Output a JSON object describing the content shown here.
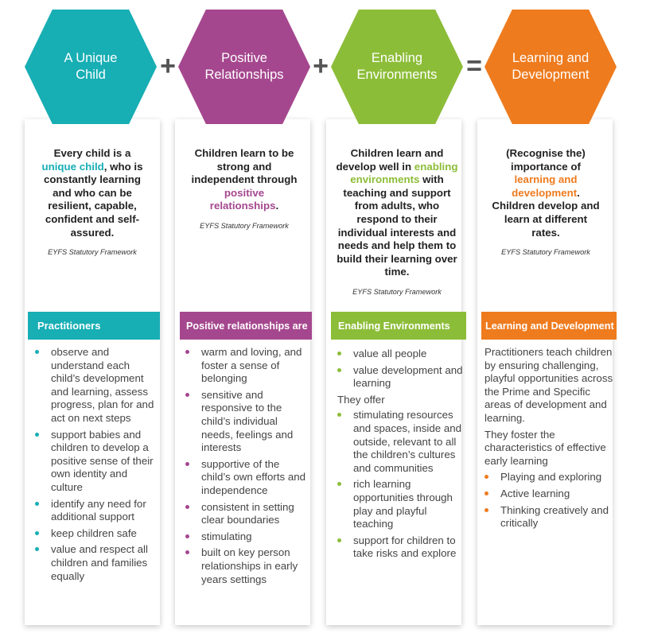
{
  "colors": {
    "teal": "#17aeb4",
    "purple": "#a5478e",
    "green": "#8cbd38",
    "orange": "#ee7b1e"
  },
  "operators": [
    "+",
    "+",
    "="
  ],
  "columns": [
    {
      "hex": "A Unique\nChild",
      "quote": {
        "pre": "Every child is a",
        "hl": "unique child",
        "post": ", who is constantly learning and who can be resilient, capable, confident and self-assured."
      },
      "source": "EYFS Statutory Framework",
      "band": "Practitioners",
      "items": [
        "observe and understand each child’s development and learning, assess progress, plan for and act on next steps",
        "support babies and children to develop a positive sense of their own identity and culture",
        "identify any need for additional support",
        "keep children safe",
        "value and respect all children and families equally"
      ]
    },
    {
      "hex": "Positive\nRelationships",
      "quote": {
        "pre": "Children learn to be strong and independent through",
        "hl": "positive relationships",
        "post": "."
      },
      "source": "EYFS Statutory Framework",
      "band": "Positive relationships are",
      "items": [
        "warm and loving, and foster a sense of belonging",
        "sensitive and responsive to the child’s individual needs, feelings and interests",
        "supportive of the child’s own efforts and independence",
        "consistent in setting clear boundaries",
        "stimulating",
        "built on key person relationships in early years settings"
      ]
    },
    {
      "hex": "Enabling\nEnvironments",
      "quote": {
        "pre": "Children learn and develop well in",
        "hl": "enabling environments",
        "post": " with teaching and support from adults, who respond to their individual interests and needs and help them to build their learning over time."
      },
      "source": "EYFS Statutory Framework",
      "band": "Enabling Environments",
      "items_a": [
        "value all people",
        "value development and learning"
      ],
      "lead": "They offer",
      "items_b": [
        "stimulating resources and spaces, inside and outside, relevant to all the children’s cultures and communities",
        "rich learning opportunities through play and playful teaching",
        "support for children to take risks and explore"
      ]
    },
    {
      "hex": "Learning and\nDevelopment",
      "quote": {
        "pre": "(Recognise the) importance of",
        "hl": "learning and development",
        "post": ". Children develop and learn at different rates."
      },
      "source": "EYFS Statutory Framework",
      "band": "Learning and Development",
      "para1": "Practitioners teach children by ensuring challenging, playful opportunities across the Prime and Specific areas of development and learning.",
      "para2": "They foster the characteristics of effective early learning",
      "items": [
        "Playing and exploring",
        "Active learning",
        "Thinking creatively and critically"
      ]
    }
  ]
}
